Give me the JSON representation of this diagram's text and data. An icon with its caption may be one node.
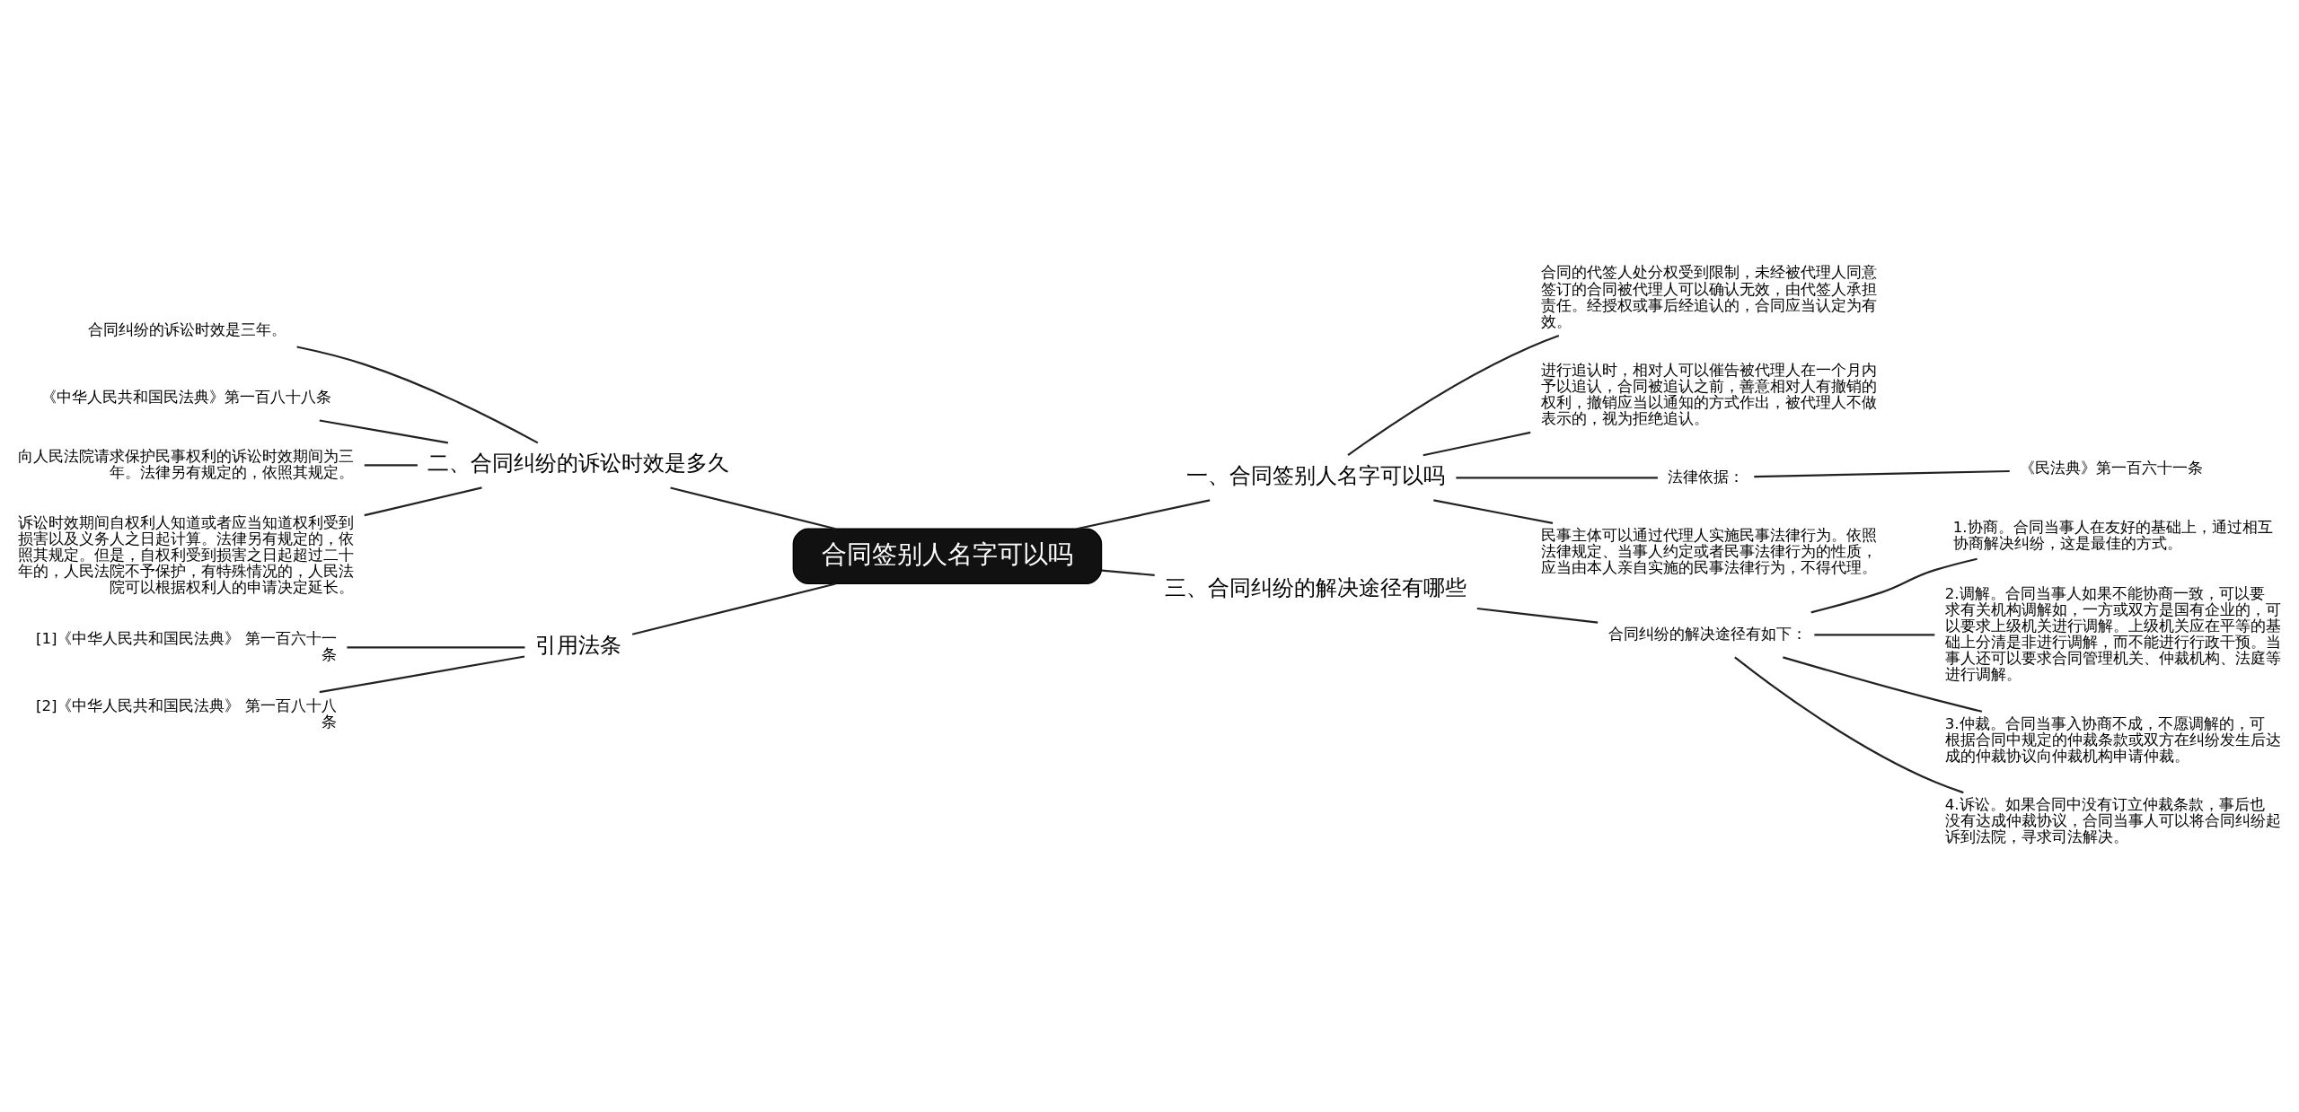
{
  "diagram": {
    "nodes": [
      {
        "text": [
          "合同签别人名字可以吗"
        ]
      },
      {
        "text": [
          "一、合同签别人名字可以吗"
        ]
      },
      {
        "text": [
          "合同的代签人处分权受到限制，未经被代理人同意签订的合同被代理人可以确认无效，由代签人承担责任。经授权或事后经追认的，合同应当认定为有效。"
        ]
      },
      {
        "text": [
          "进行追认时，相对人可以催告被代理人在一个月内予以追认，合同被追认之前，善意相对人有撤销的权利，撤销应当以通知的方式作出，被代理人不做表示的，视为拒绝追认。"
        ]
      },
      {
        "text": [
          "法律依据："
        ]
      },
      {
        "text": [
          "《民法典》第一百六十一条"
        ]
      },
      {
        "text": [
          "民事主体可以通过代理人实施民事法律行为。依照法律规定、当事人约定或者民事法律行为的性质，应当由本人亲自实施的民事法律行为，不得代理。"
        ]
      },
      {
        "text": [
          "三、合同纠纷的解决途径有哪些"
        ]
      },
      {
        "text": [
          "合同纠纷的解决途径有如下："
        ]
      },
      {
        "text": [
          "1.协商。合同当事人在友好的基础上，通过相互协商解决纠纷，这是最佳的方式。"
        ]
      },
      {
        "text": [
          "2.调解。合同当事人如果不能协商一致，可以要求有关机构调解如，一方或双方是国有企业的，可以要求上级机关进行调解。上级机关应在平等的基础上分清是非进行调解，而不能进行行政干预。当事人还可以要求合同管理机关、仲裁机构、法庭等进行调解。"
        ]
      },
      {
        "text": [
          "3.仲裁。合同当事入协商不成，不愿调解的，可根据合同中规定的仲裁条款或双方在纠纷发生后达成的仲裁协议向仲裁机构申请仲裁。"
        ]
      },
      {
        "text": [
          "4.诉讼。如果合同中没有订立仲裁条款，事后也没有达成仲裁协议，合同当事人可以将合同纠纷起诉到法院，寻求司法解决。"
        ]
      },
      {
        "text": [
          "二、合同纠纷的诉讼时效是多久"
        ]
      },
      {
        "text": [
          "合同纠纷的诉讼时效是三年。"
        ]
      },
      {
        "text": [
          "《中华人民共和国民法典》第一百八十八条"
        ]
      },
      {
        "text": [
          "向人民法院请求保护民事权利的诉讼时效期间为三年。法律另有规定的，依照其规定。"
        ]
      },
      {
        "text": [
          "诉讼时效期间自权利人知道或者应当知道权利受到损害以及义务人之日起计算。法律另有规定的，依照其规定。但是，自权利受到损害之日起超过二十年的，人民法院不予保护，有特殊情况的，人民法院可以根据权利人的申请决定延长。"
        ]
      },
      {
        "text": [
          "引用法条"
        ]
      },
      {
        "text": [
          "[1]《中华人民共和国民法典》 第一百六十一条"
        ]
      },
      {
        "text": [
          "[2]《中华人民共和国民法典》 第一百八十八条"
        ]
      }
    ],
    "edges": [
      {
        "from": 0,
        "to": 1,
        "arrow": "none"
      },
      {
        "from": 1,
        "to": 2,
        "arrow": "none"
      },
      {
        "from": 1,
        "to": 3,
        "arrow": "none"
      },
      {
        "from": 1,
        "to": 4,
        "arrow": "none"
      },
      {
        "from": 4,
        "to": 5,
        "arrow": "none"
      },
      {
        "from": 1,
        "to": 6,
        "arrow": "none"
      },
      {
        "from": 0,
        "to": 7,
        "arrow": "none"
      },
      {
        "from": 7,
        "to": 8,
        "arrow": "none"
      },
      {
        "from": 8,
        "to": 9,
        "arrow": "none"
      },
      {
        "from": 8,
        "to": 10,
        "arrow": "none"
      },
      {
        "from": 8,
        "to": 11,
        "arrow": "none"
      },
      {
        "from": 8,
        "to": 12,
        "arrow": "none"
      },
      {
        "from": 0,
        "to": 13,
        "arrow": "none"
      },
      {
        "from": 13,
        "to": 14,
        "arrow": "none"
      },
      {
        "from": 13,
        "to": 15,
        "arrow": "none"
      },
      {
        "from": 13,
        "to": 16,
        "arrow": "none"
      },
      {
        "from": 13,
        "to": 17,
        "arrow": "none"
      },
      {
        "from": 0,
        "to": 18,
        "arrow": "none"
      },
      {
        "from": 18,
        "to": 19,
        "arrow": "none"
      },
      {
        "from": 18,
        "to": 20,
        "arrow": "none"
      }
    ]
  }
}
